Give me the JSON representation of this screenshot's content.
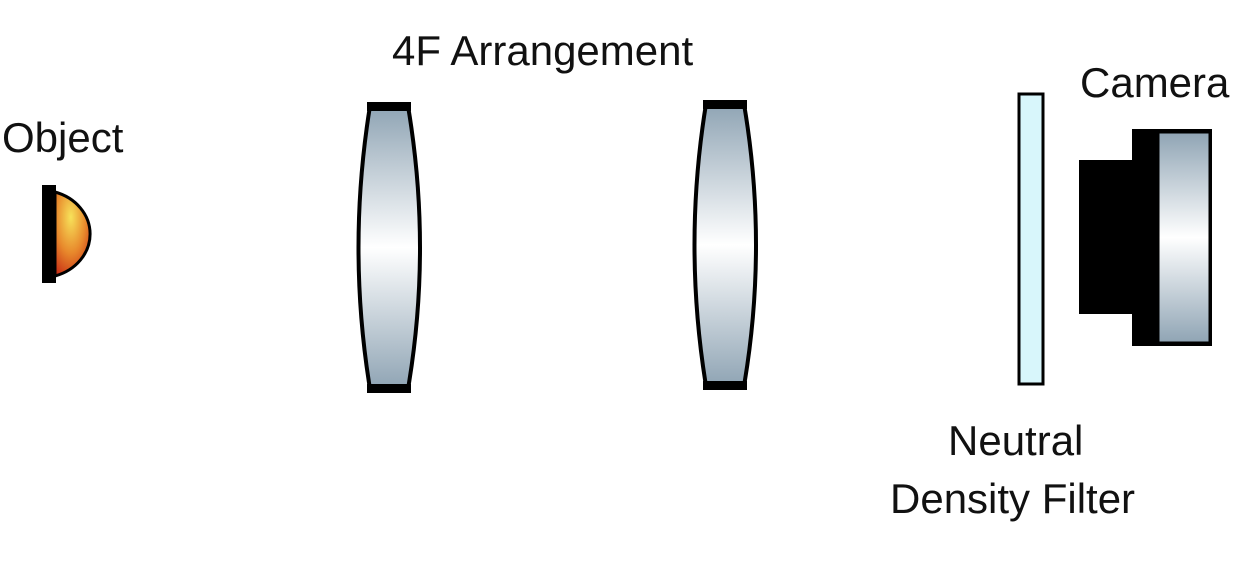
{
  "labels": {
    "object": "Object",
    "arrangement": "4F Arrangement",
    "camera": "Camera",
    "filter_line1": "Neutral",
    "filter_line2": "Density Filter"
  },
  "colors": {
    "stroke": "#000000",
    "lens_edge": "#8fa4b4",
    "lens_center": "#ffffff",
    "filter_fill": "#d8f6fb",
    "object_light": "#f7e25a",
    "object_mid": "#e8892c",
    "object_dark": "#c11a10"
  },
  "icons": {
    "object": "hemisphere-source-icon",
    "lens": "biconvex-lens-icon",
    "filter": "filter-plate-icon",
    "camera": "camera-icon"
  }
}
